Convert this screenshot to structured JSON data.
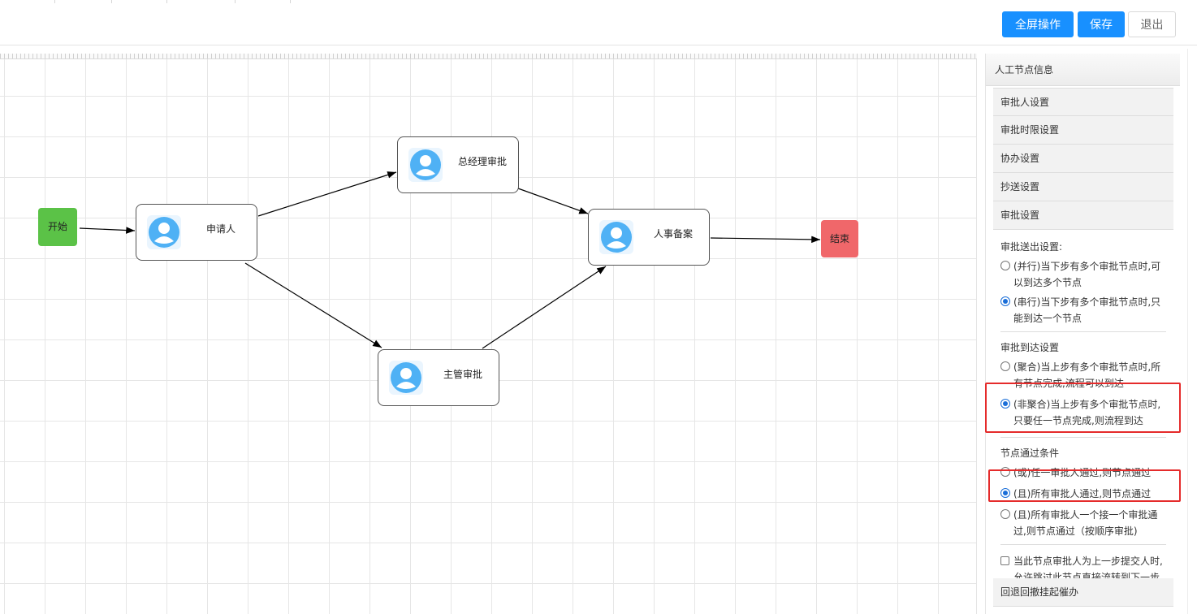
{
  "toolbar": {
    "fullscreen_label": "全屏操作",
    "save_label": "保存",
    "exit_label": "退出",
    "primary_color": "#1890ff"
  },
  "flow": {
    "start_label": "开始",
    "end_label": "结束",
    "nodes": {
      "applicant": "申请人",
      "gm_approval": "总经理审批",
      "supervisor_approval": "主管审批",
      "hr_record": "人事备案"
    },
    "colors": {
      "start": "#5bc247",
      "end": "#f0676a",
      "avatar": "#4fb1f5"
    }
  },
  "panel": {
    "title": "人工节点信息",
    "sections": [
      "审批人设置",
      "审批时限设置",
      "协办设置",
      "抄送设置",
      "审批设置"
    ],
    "send_setting": {
      "title": "审批送出设置:",
      "options": [
        {
          "label": "(并行)当下步有多个审批节点时,可以到达多个节点",
          "checked": false
        },
        {
          "label": "(串行)当下步有多个审批节点时,只能到达一个节点",
          "checked": true
        }
      ]
    },
    "arrive_setting": {
      "title": "审批到达设置",
      "options": [
        {
          "label": "(聚合)当上步有多个审批节点时,所有节点完成,流程可以到达",
          "checked": false
        },
        {
          "label": "(非聚合)当上步有多个审批节点时,只要任一节点完成,则流程到达",
          "checked": true
        }
      ]
    },
    "pass_condition": {
      "title": "节点通过条件",
      "options": [
        {
          "label": "(或)任一审批人通过,则节点通过",
          "checked": false
        },
        {
          "label": "(且)所有审批人通过,则节点通过",
          "checked": true
        },
        {
          "label": "(且)所有审批人一个接一个审批通过,则节点通过（按顺序审批)",
          "checked": false
        }
      ]
    },
    "skip_checkbox": {
      "label": "当此节点审批人为上一步提交人时,允许跳过此节点直接流转到下一步",
      "checked": false
    },
    "bottom_section": "回退回撤挂起催办"
  }
}
